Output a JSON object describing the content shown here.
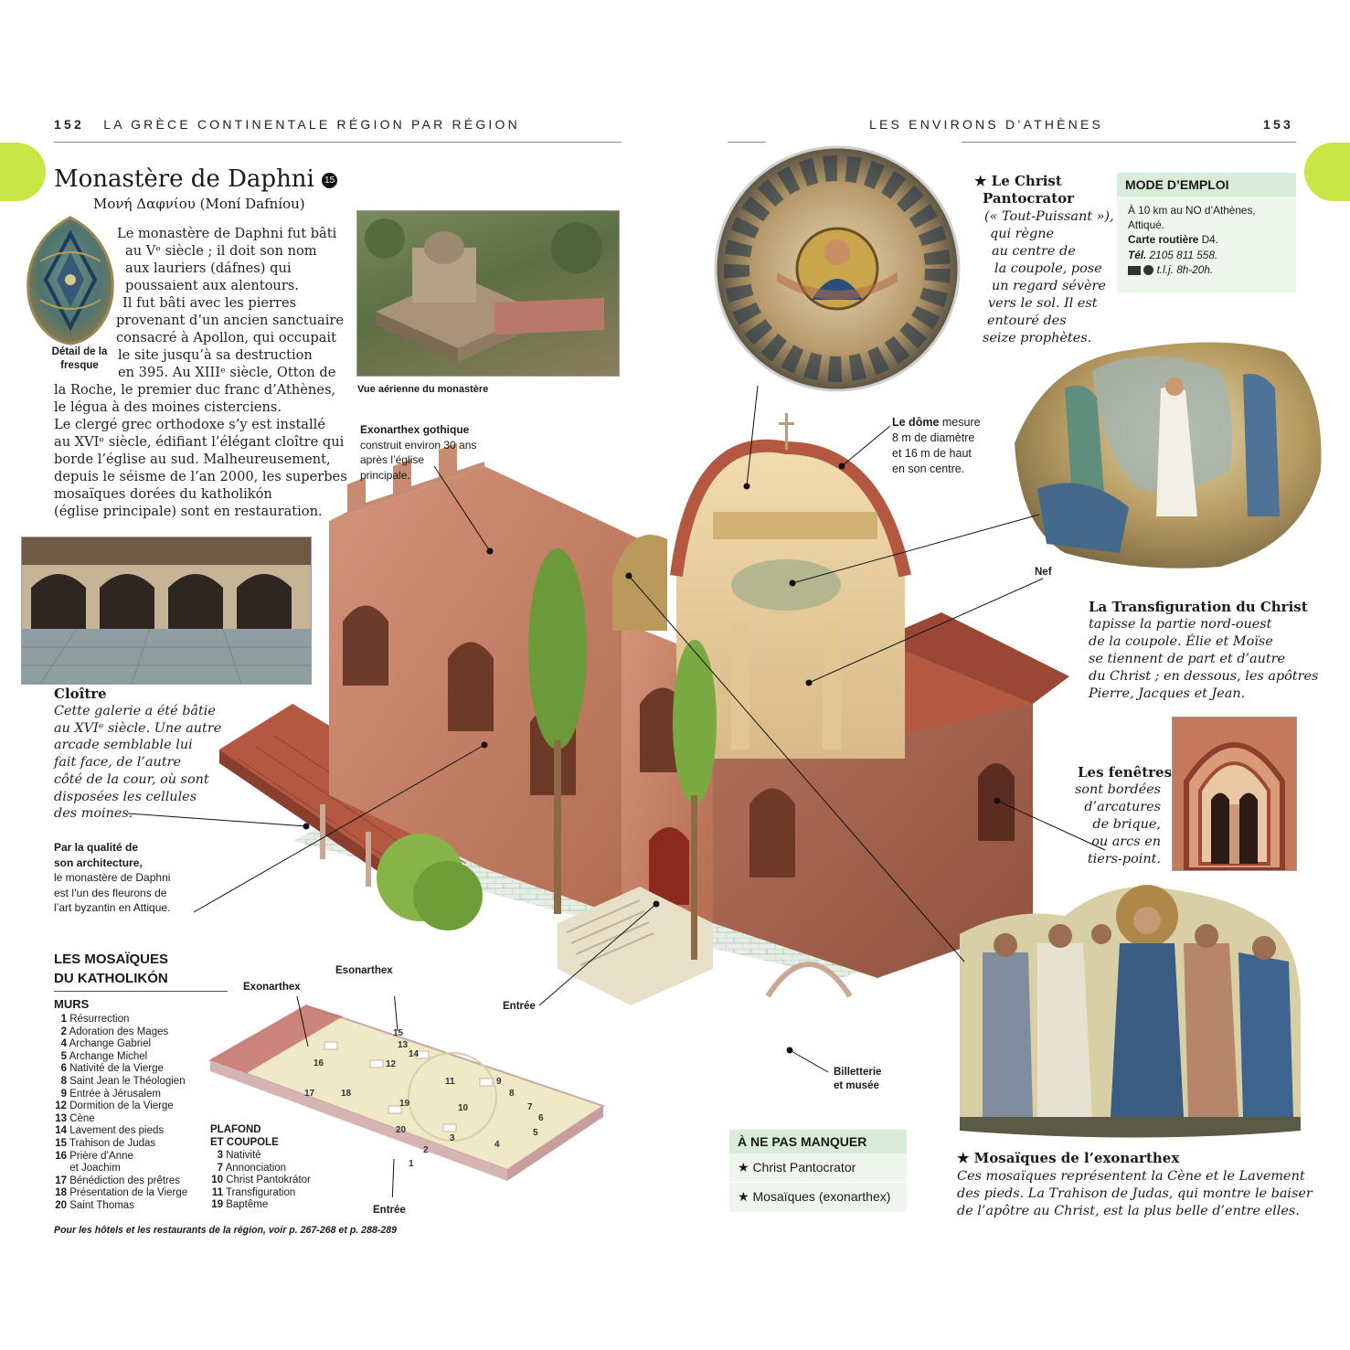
{
  "header": {
    "left_page_number": "152",
    "left_running_title": "LA GRÈCE CONTINENTALE RÉGION PAR RÉGION",
    "right_running_title": "LES ENVIRONS D’ATHÈNES",
    "right_page_number": "153"
  },
  "title": {
    "main": "Monastère de Daphni",
    "badge": "15",
    "subtitle": "Μονή Δαφνίου (Moní Dafníou)"
  },
  "fresco_caption": "Détail de la fresque",
  "intro_lines": [
    "Le monastère de Daphni fut bâti",
    "au Vᵉ siècle ; il doit son nom",
    "aux lauriers (dáfnes) qui",
    "poussaient aux alentours.",
    "Il fut bâti avec les pierres",
    "provenant d’un ancien sanctuaire",
    "consacré à Apollon, qui occupait",
    "le site jusqu’à sa destruction",
    "en 395. Au XIIIᵉ siècle, Otton de",
    "la Roche, le premier duc franc d’Athènes,",
    "le légua à des moines cisterciens.",
    "Le clergé grec orthodoxe s’y est installé",
    "au XVIᵉ siècle, édifiant l’élégant cloître qui",
    "borde l’église au sud. Malheureusement,",
    "depuis le séisme de l’an 2000, les superbes",
    "mosaïques dorées du katholikón",
    "(église principale) sont en restauration."
  ],
  "aerial_caption": "Vue aérienne du monastère",
  "cloitre": {
    "title": "Cloître",
    "lines": [
      "Cette galerie a été bâtie",
      "au XVIᵉ siècle. Une autre",
      "arcade semblable lui",
      "fait face, de l’autre",
      "côté de la cour, où sont",
      "disposées les cellules",
      "des moines."
    ]
  },
  "qualite": {
    "bold_lines": [
      "Par la qualité de",
      "son architecture,"
    ],
    "lines": [
      "le monastère de Daphni",
      "est l’un des fleurons de",
      "l’art byzantin en Attique."
    ]
  },
  "exonarthex_gothique": {
    "title": "Exonarthex gothique",
    "lines": [
      "construit environ 30 ans",
      "après l’église",
      "principale."
    ]
  },
  "dome": {
    "bold": "Le dôme",
    "lines": [
      "mesure",
      "8 m de diamètre",
      "et 16 m de haut",
      "en son centre."
    ]
  },
  "christ": {
    "title_lines": [
      "★ Le Christ",
      "Pantocrator"
    ],
    "lines": [
      "(« Tout-Puissant »),",
      "qui règne",
      "au centre de",
      "la coupole, pose",
      "un regard sévère",
      "vers le sol. Il est",
      "entouré des",
      "seize prophètes."
    ]
  },
  "mode_emploi": {
    "title": "MODE D’EMPLOI",
    "line1": "À 10 km au NO d’Athènes,",
    "line2": "Attiqué.",
    "carte_label": "Carte routière",
    "carte_value": "D4.",
    "tel_label": "Tél.",
    "tel_value": "2105 811 558.",
    "hours": "t.l.j. 8h-20h.",
    "accent": "#d9ecd9"
  },
  "nef_label": "Nef",
  "transfiguration": {
    "title": "La Transfiguration du Christ",
    "lines": [
      "tapisse la partie nord-ouest",
      "de la coupole. Élie et Moïse",
      "se tiennent de part et d’autre",
      "du Christ ; en dessous, les apôtres",
      "Pierre, Jacques et Jean."
    ]
  },
  "fenetres": {
    "title": "Les fenêtres",
    "lines": [
      "sont bordées",
      "d’arcatures",
      "de brique,",
      "ou arcs en",
      "tiers-point."
    ]
  },
  "mosaiques_exo": {
    "title": "★ Mosaïques de l’exonarthex",
    "lines": [
      "Ces mosaïques représentent la Cène et le Lavement",
      "des pieds. La Trahison de Judas, qui montre le baiser",
      "de l’apôtre au Christ, est la plus belle d’entre elles."
    ]
  },
  "entree_label": "Entrée",
  "billetterie_lines": [
    "Billetterie",
    "et musée"
  ],
  "ne_pas_manquer": {
    "title": "À NE PAS MANQUER",
    "items": [
      "★ Christ Pantocrator",
      "★ Mosaïques (exonarthex)"
    ]
  },
  "mosaiques_kath": {
    "title_lines": [
      "LES MOSAÏQUES",
      "DU KATHOLIKÓN"
    ],
    "murs_title": "MURS",
    "murs": [
      [
        "1",
        "Résurrection"
      ],
      [
        "2",
        "Adoration des Mages"
      ],
      [
        "4",
        "Archange Gabriel"
      ],
      [
        "5",
        "Archange Michel"
      ],
      [
        "6",
        "Nativité de la Vierge"
      ],
      [
        "8",
        "Saint Jean le Théologien"
      ],
      [
        "9",
        "Entrée à Jérusalem"
      ],
      [
        "12",
        "Dormition de la Vierge"
      ],
      [
        "13",
        "Cène"
      ],
      [
        "14",
        "Lavement des pieds"
      ],
      [
        "15",
        "Trahison de Judas"
      ],
      [
        "16",
        "Prière d’Anne"
      ],
      [
        "",
        "et Joachim"
      ],
      [
        "17",
        "Bénédiction des prêtres"
      ],
      [
        "18",
        "Présentation de la Vierge"
      ],
      [
        "20",
        "Saint Thomas"
      ]
    ],
    "plafond_title_lines": [
      "PLAFOND",
      "ET COUPOLE"
    ],
    "plafond": [
      [
        "3",
        "Nativité"
      ],
      [
        "7",
        "Annonciation"
      ],
      [
        "10",
        "Christ Pantokrátor"
      ],
      [
        "11",
        "Transfiguration"
      ],
      [
        "19",
        "Baptême"
      ]
    ],
    "plan_labels": {
      "exonarthex_left": "Exonarthex",
      "exonarthex_top": "Esonarthex",
      "entree": "Entrée"
    },
    "plan_numbers": [
      "16",
      "17",
      "18",
      "12",
      "11",
      "13",
      "14",
      "15",
      "19",
      "20",
      "10",
      "9",
      "8",
      "7",
      "6",
      "5",
      "4",
      "3",
      "2",
      "1"
    ]
  },
  "footer": "Pour les hôtels et les restaurants de la région, voir p. 267-268 et p. 288-289",
  "colors": {
    "tab": "#c8e645",
    "box_green": "#d9ecd9",
    "brick": "#b8634a",
    "roof": "#b54a35"
  }
}
